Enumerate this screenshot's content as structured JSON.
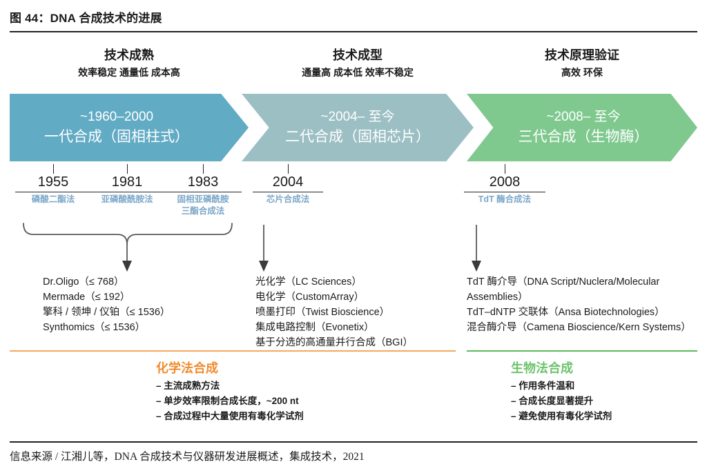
{
  "figure": {
    "title": "图 44：DNA 合成技术的进展",
    "source": "信息来源 / 江湘儿等，DNA 合成技术与仪器研发进展概述，集成技术，2021"
  },
  "colors": {
    "gen1": "#62abc4",
    "gen2": "#9cbfc4",
    "gen3": "#7fc98f",
    "method_label": "#7ba7c9",
    "chemical_accent": "#f08c2e",
    "chemical_rule": "#f5a85a",
    "bio_accent": "#6cc36c",
    "bio_rule": "#5cb85c"
  },
  "phases": [
    {
      "maturity": "技术成熟",
      "attributes": "效率稳定 通量低 成本高",
      "period": "~1960–2000",
      "name": "一代合成（固相柱式）"
    },
    {
      "maturity": "技术成型",
      "attributes": "通量高 成本低 效率不稳定",
      "period": "~2004– 至今",
      "name": "二代合成（固相芯片）"
    },
    {
      "maturity": "技术原理验证",
      "attributes": "高效 环保",
      "period": "~2008– 至今",
      "name": "三代合成（生物酶）"
    }
  ],
  "milestones": [
    {
      "year": "1955",
      "method": "磷酸二酯法"
    },
    {
      "year": "1981",
      "method": "亚磷酸酰胺法"
    },
    {
      "year": "1983",
      "method": "固相亚磷酰胺\n三酯合成法"
    },
    {
      "year": "2004",
      "method": "芯片合成法"
    },
    {
      "year": "2008",
      "method": "TdT 酶合成法"
    }
  ],
  "product_lists": [
    {
      "items": [
        "Dr.Oligo（≤ 768）",
        "Mermade（≤ 192）",
        "擎科 / 领坤 / 仪铂（≤ 1536）",
        "Synthomics（≤ 1536）"
      ]
    },
    {
      "items": [
        "光化学（LC Sciences）",
        "电化学（CustomArray）",
        "喷墨打印（Twist Bioscience）",
        "集成电路控制（Evonetix）",
        "基于分选的高通量并行合成（BGI）"
      ]
    },
    {
      "items": [
        "TdT 酶介导（DNA Script/Nuclera/Molecular Assemblies）",
        "TdT–dNTP 交联体（Ansa Biotechnologies）",
        "混合酶介导（Camena Bioscience/Kern Systems）"
      ]
    }
  ],
  "summaries": [
    {
      "title": "化学法合成",
      "bullets": [
        "– 主流成熟方法",
        "– 单步效率限制合成长度，~200 nt",
        "– 合成过程中大量使用有毒化学试剂"
      ]
    },
    {
      "title": "生物法合成",
      "bullets": [
        "– 作用条件温和",
        "– 合成长度显著提升",
        "– 避免使用有毒化学试剂"
      ]
    }
  ]
}
